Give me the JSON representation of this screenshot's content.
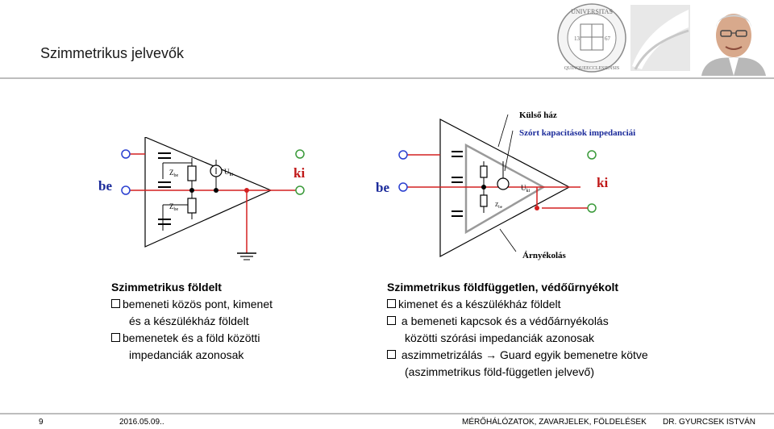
{
  "slide": {
    "title": "Szimmetrikus jelvevők"
  },
  "logo": {
    "seal_text_top": "UNIVERSITAS",
    "seal_text_bottom": "QUINQUEECCLESIENSIS",
    "seal_number_left": "13",
    "seal_number_right": "67"
  },
  "diagram_left": {
    "label_in": "be",
    "label_out": "ki",
    "label_zbe_top": "Z",
    "label_zbe_top_sub": "be",
    "label_zbe_bottom": "Z",
    "label_zbe_bottom_sub": "be",
    "label_uki": "U",
    "label_uki_sub": "ki"
  },
  "diagram_right": {
    "label_in": "be",
    "label_out": "ki",
    "label_zbe": "Z",
    "label_zbe_sub": "be",
    "label_uki": "U",
    "label_uki_sub": "ki",
    "label_outer_case": "Külső ház",
    "label_stray": "Szórt kapacitások impedanciái",
    "label_shield": "Árnyékolás"
  },
  "text_left": {
    "heading": "Szimmetrikus földelt",
    "line1": "bemeneti közös pont, kimenet",
    "line2": "és a készülékház földelt",
    "line3": "bemenetek és a föld közötti",
    "line4": "impedanciák azonosak"
  },
  "text_right": {
    "heading": "Szimmetrikus földfüggetlen, védőűrnyékolt",
    "line1": "kimenet és a készülékház földelt",
    "line2": "a bemeneti kapcsok és a védőárnyékolás",
    "line3": "közötti szórási impedanciák azonosak",
    "line4": "aszimmetrizálás",
    "line4_arrow": "→",
    "line4_rest": "Guard egyik bemenetre kötve",
    "line5": "(aszimmetrikus föld-független jelvevő)"
  },
  "footer": {
    "page": "9",
    "date": "2016.05.09..",
    "course": "MÉRŐHÁLÓZATOK, ZAVARJELEK, FÖLDELÉSEK",
    "author": "DR. GYURCSEK ISTVÁN"
  },
  "colors": {
    "wire_red": "#d42020",
    "terminal_blue": "#2a3fd0",
    "terminal_green": "#3a9a3a",
    "label_blue": "#1a2a9a",
    "label_red": "#c01818",
    "shield_gray": "#9a9a9a",
    "footer_line": "#bdbdbd"
  }
}
